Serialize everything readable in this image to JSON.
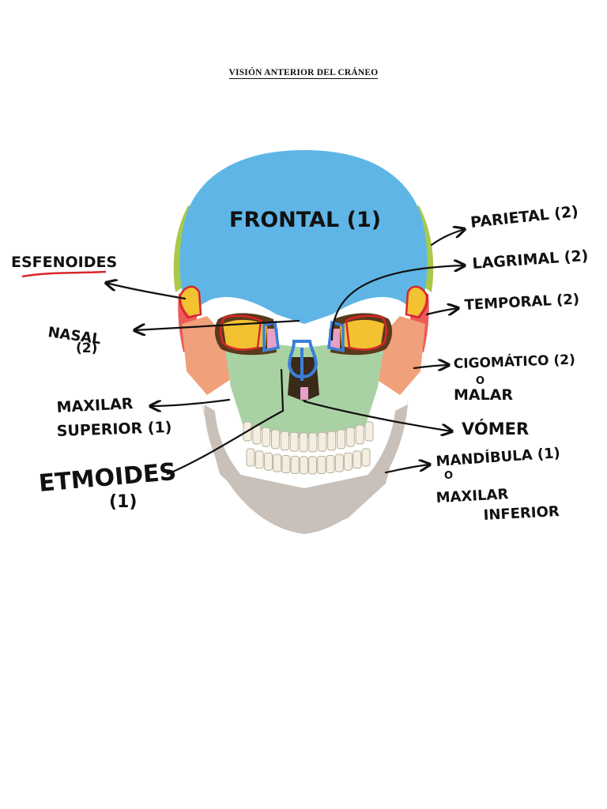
{
  "title": "VISIÓN ANTERIOR DEL CRÁNEO",
  "colors": {
    "frontal": "#5fb6e6",
    "parietal": "#a8c94a",
    "temporal": "#ee5b5b",
    "sphenoid": "#f2c230",
    "zygomatic": "#f0a07a",
    "maxilla": "#a9d2a4",
    "mandible": "#c9c1b9",
    "teeth": "#f3eee0",
    "nasal": "#3a7fd9",
    "ink": "#111111",
    "red_ink": "#d8262b"
  },
  "labels": {
    "frontal": "FRONTAL (1)",
    "parietal": "PARIETAL (2)",
    "lagrimal": "LAGRIMAL (2)",
    "temporal": "TEMPORAL (2)",
    "cigomatico_1": "CIGOMÁTICO (2)",
    "cigomatico_o": "O",
    "cigomatico_2": "MALAR",
    "vomer": "VÓMER",
    "mandibula_1": "MANDÍBULA (1)",
    "mandibula_o": "O",
    "mandibula_2": "MAXILAR",
    "mandibula_3": "INFERIOR",
    "esfenoides": "ESFENOIDES",
    "nasal_1": "NASAL",
    "nasal_2": "(2)",
    "maxilar_1": "MAXILAR",
    "maxilar_2": "SUPERIOR (1)",
    "etmoides_1": "ETMOIDES",
    "etmoides_2": "(1)"
  }
}
